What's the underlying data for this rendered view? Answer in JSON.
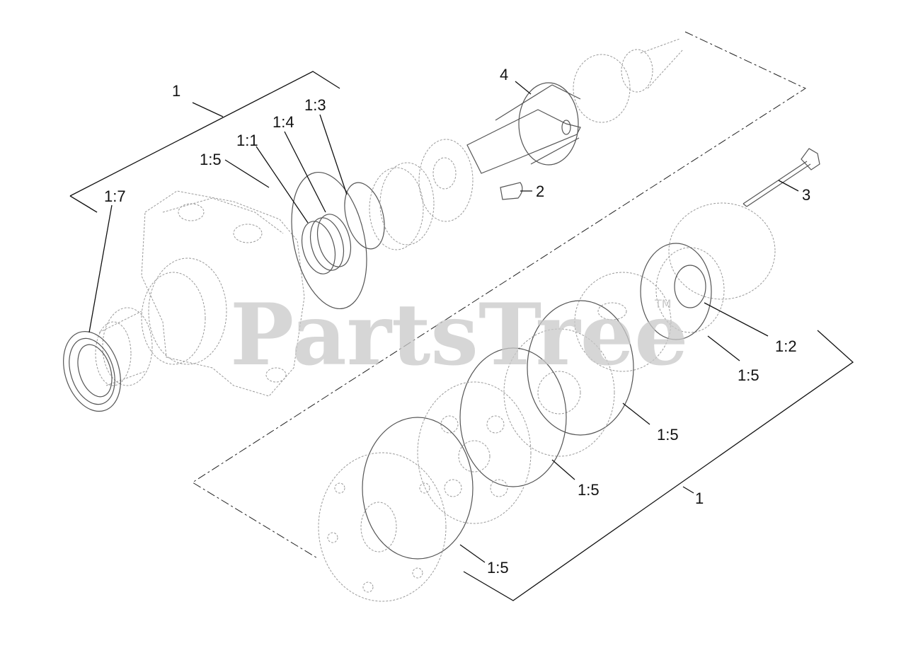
{
  "watermark": {
    "text": "PartsTree",
    "tm": "TM"
  },
  "callouts": {
    "c1_top": "1",
    "c1_7": "1:7",
    "c1_5_top": "1:5",
    "c1_1": "1:1",
    "c1_4": "1:4",
    "c1_3": "1:3",
    "c4": "4",
    "c2": "2",
    "c3": "3",
    "c1_2": "1:2",
    "c1_5_r1": "1:5",
    "c1_5_r2": "1:5",
    "c1_5_r3": "1:5",
    "c1_5_r4": "1:5",
    "c1_bottom": "1"
  }
}
